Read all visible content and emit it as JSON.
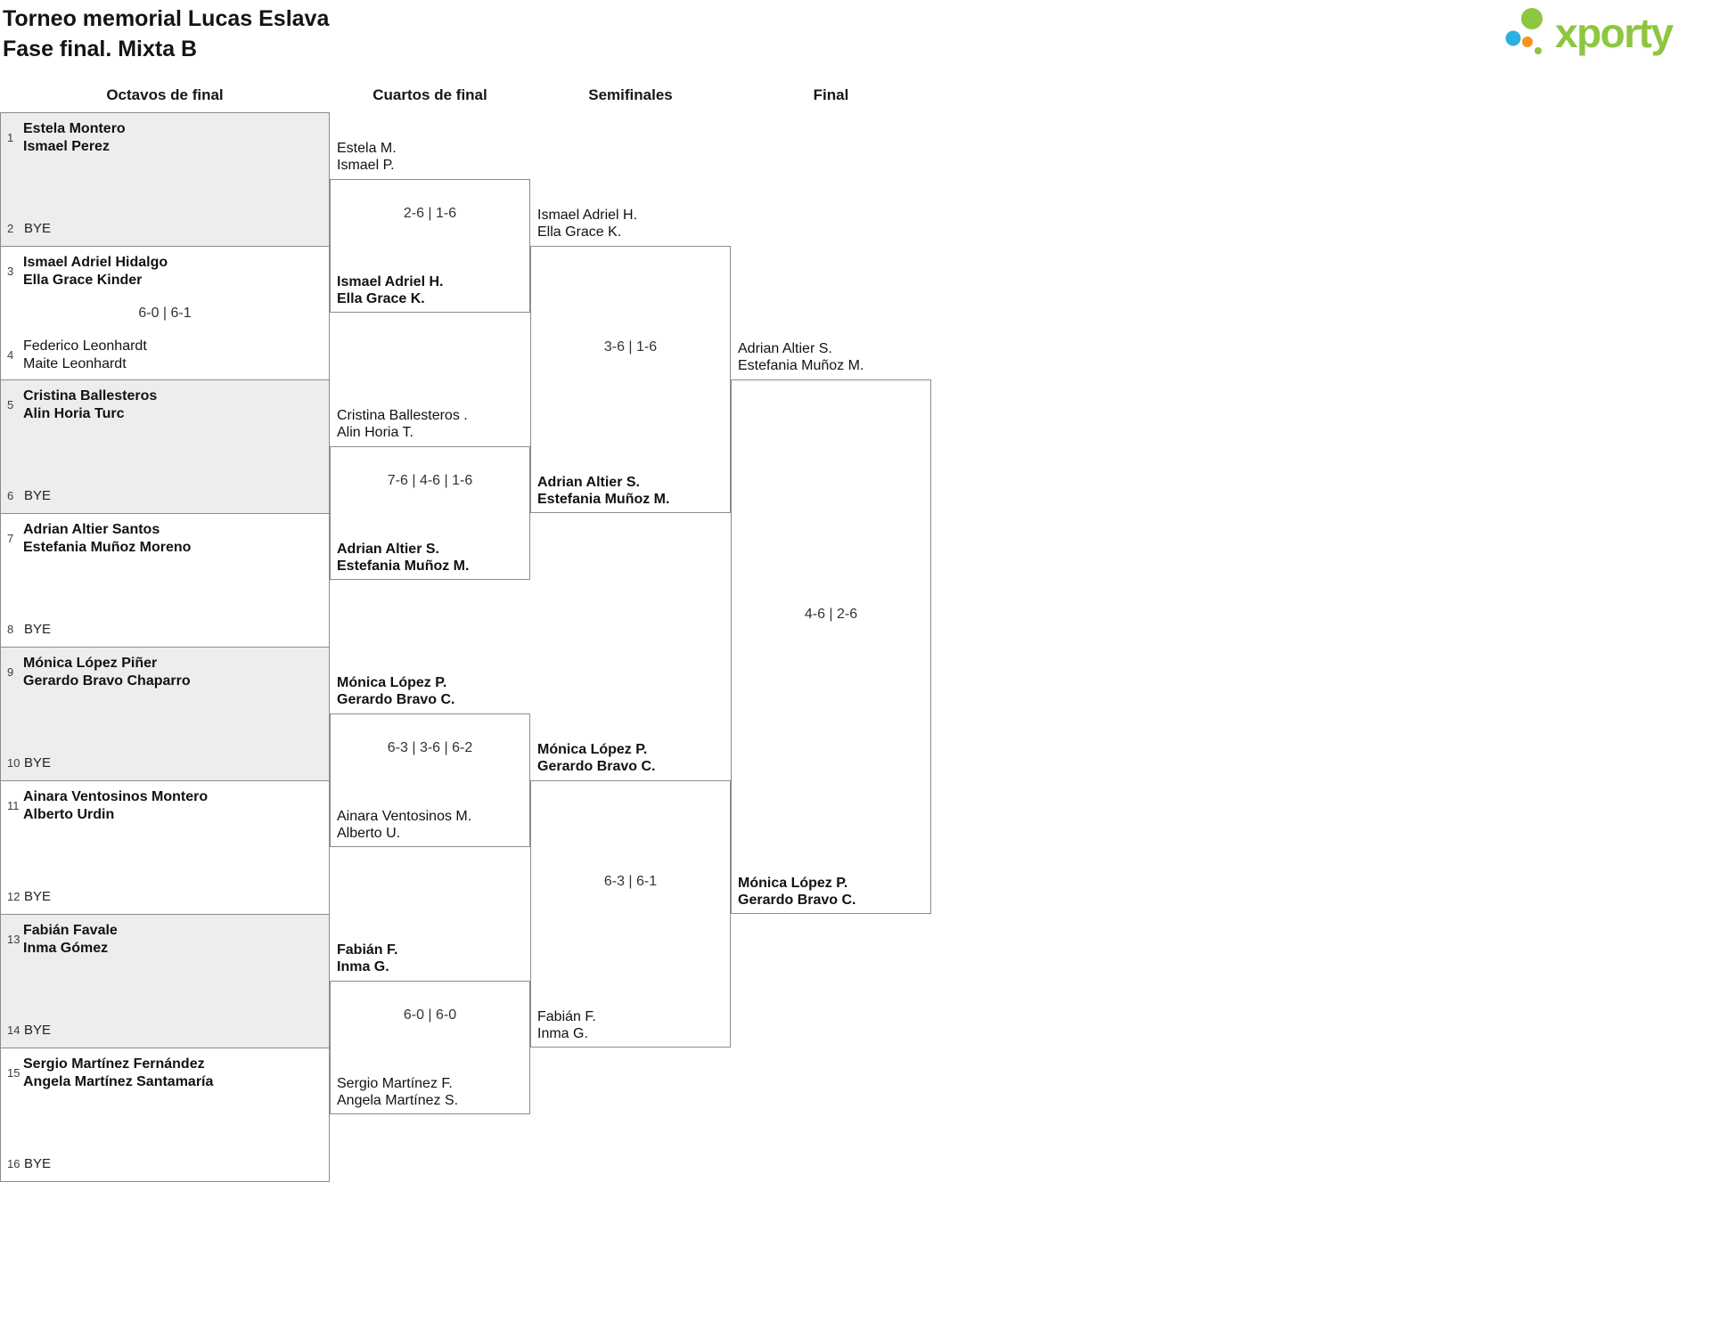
{
  "header": {
    "title": "Torneo memorial Lucas Eslava",
    "subtitle": "Fase final. Mixta B"
  },
  "logo": {
    "text": "xporty",
    "colors": {
      "green": "#8dc63f",
      "blue": "#2bafe4",
      "orange": "#f7941e"
    }
  },
  "rounds": [
    {
      "label": "Octavos de final"
    },
    {
      "label": "Cuartos de final"
    },
    {
      "label": "Semifinales"
    },
    {
      "label": "Final"
    }
  ],
  "bracket": {
    "octavos": [
      {
        "seed1": "1",
        "team1": [
          "Estela Montero",
          "Ismael Perez"
        ],
        "team1_bold": true,
        "seed2": "2",
        "bye": true,
        "bye_label": "BYE",
        "score": "",
        "shaded": true
      },
      {
        "seed1": "3",
        "team1": [
          "Ismael Adriel Hidalgo",
          "Ella Grace Kinder"
        ],
        "team1_bold": true,
        "seed2": "4",
        "bye": false,
        "team2": [
          "Federico Leonhardt",
          "Maite Leonhardt"
        ],
        "team2_bold": false,
        "score": "6-0 | 6-1",
        "shaded": false
      },
      {
        "seed1": "5",
        "team1": [
          "Cristina Ballesteros",
          "Alin Horia Turc"
        ],
        "team1_bold": true,
        "seed2": "6",
        "bye": true,
        "bye_label": "BYE",
        "score": "",
        "shaded": true
      },
      {
        "seed1": "7",
        "team1": [
          "Adrian Altier Santos",
          "Estefania Muñoz Moreno"
        ],
        "team1_bold": true,
        "seed2": "8",
        "bye": true,
        "bye_label": "BYE",
        "score": "",
        "shaded": false
      },
      {
        "seed1": "9",
        "team1": [
          "Mónica López Piñer",
          "Gerardo Bravo Chaparro"
        ],
        "team1_bold": true,
        "seed2": "10",
        "bye": true,
        "bye_label": "BYE",
        "score": "",
        "shaded": true
      },
      {
        "seed1": "11",
        "team1": [
          "Ainara Ventosinos Montero",
          "Alberto Urdin"
        ],
        "team1_bold": true,
        "seed2": "12",
        "bye": true,
        "bye_label": "BYE",
        "score": "",
        "shaded": false
      },
      {
        "seed1": "13",
        "team1": [
          "Fabián Favale",
          "Inma Gómez"
        ],
        "team1_bold": true,
        "seed2": "14",
        "bye": true,
        "bye_label": "BYE",
        "score": "",
        "shaded": true
      },
      {
        "seed1": "15",
        "team1": [
          "Sergio Martínez Fernández",
          "Angela Martínez Santamaría"
        ],
        "team1_bold": true,
        "seed2": "16",
        "bye": true,
        "bye_label": "BYE",
        "score": "",
        "shaded": false
      }
    ],
    "cuartos": [
      {
        "team1": [
          "Estela M.",
          "Ismael P."
        ],
        "team1_bold": false,
        "team2": [
          "Ismael Adriel H.",
          "Ella Grace K."
        ],
        "team2_bold": true,
        "score": "2-6 | 1-6"
      },
      {
        "team1": [
          "Cristina Ballesteros .",
          "Alin Horia T."
        ],
        "team1_bold": false,
        "team2": [
          "Adrian Altier S.",
          "Estefania Muñoz M."
        ],
        "team2_bold": true,
        "score": "7-6 | 4-6 | 1-6"
      },
      {
        "team1": [
          "Mónica López P.",
          "Gerardo Bravo C."
        ],
        "team1_bold": true,
        "team2": [
          "Ainara Ventosinos M.",
          "Alberto U."
        ],
        "team2_bold": false,
        "score": "6-3 | 3-6 | 6-2"
      },
      {
        "team1": [
          "Fabián F.",
          "Inma G."
        ],
        "team1_bold": true,
        "team2": [
          "Sergio Martínez F.",
          "Angela Martínez S."
        ],
        "team2_bold": false,
        "score": "6-0 | 6-0"
      }
    ],
    "semifinales": [
      {
        "team1": [
          "Ismael Adriel H.",
          "Ella Grace K."
        ],
        "team1_bold": false,
        "team2": [
          "Adrian Altier S.",
          "Estefania Muñoz M."
        ],
        "team2_bold": true,
        "score": "3-6 | 1-6"
      },
      {
        "team1": [
          "Mónica López P.",
          "Gerardo Bravo C."
        ],
        "team1_bold": true,
        "team2": [
          "Fabián F.",
          "Inma G."
        ],
        "team2_bold": false,
        "score": "6-3 | 6-1"
      }
    ],
    "final": [
      {
        "team1": [
          "Adrian Altier S.",
          "Estefania Muñoz M."
        ],
        "team1_bold": false,
        "team2": [
          "Mónica López P.",
          "Gerardo Bravo C."
        ],
        "team2_bold": true,
        "score": "4-6 | 2-6"
      }
    ]
  }
}
